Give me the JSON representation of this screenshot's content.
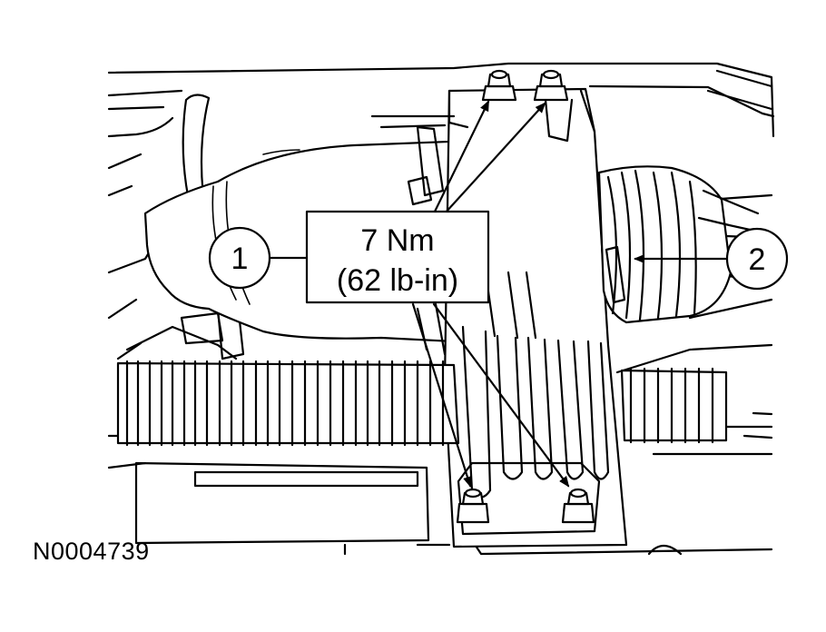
{
  "figure_id": "N0004739",
  "torque_spec": {
    "line1": "7 Nm",
    "line2": "(62 lb-in)"
  },
  "callouts": [
    {
      "number": "1"
    },
    {
      "number": "2"
    }
  ]
}
